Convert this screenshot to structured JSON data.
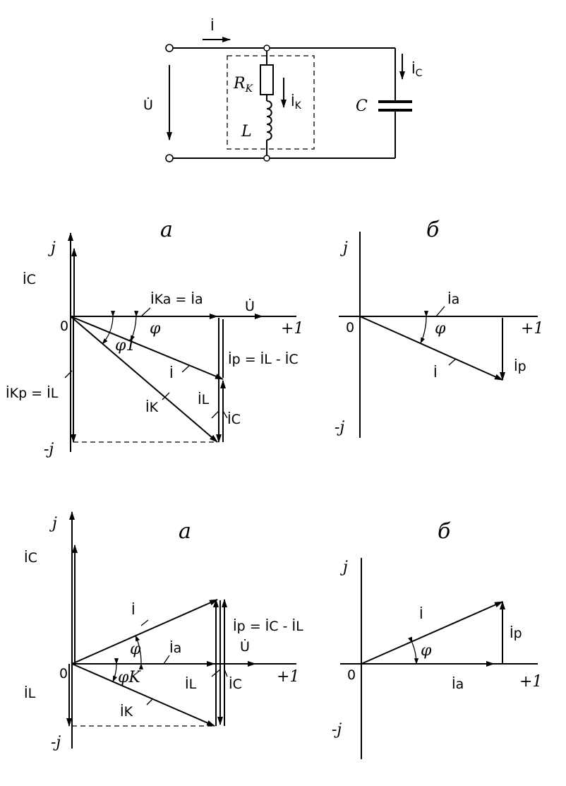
{
  "circuit": {
    "current_total": "İ",
    "voltage": "U̇",
    "resistor": "R",
    "resistor_sub": "K",
    "inductor": "L",
    "coil_current": "İ",
    "coil_current_sub": "K",
    "capacitor": "C",
    "cap_current": "İ",
    "cap_current_sub": "C"
  },
  "diagrams": {
    "a1": {
      "title": "а",
      "axis_j": "j",
      "axis_neg_j": "-j",
      "axis_plus1": "+1",
      "origin": "0",
      "ic": "İC",
      "ika_eq": "İKa = İa",
      "u": "U̇",
      "phi": "φ",
      "phi1": "φ1",
      "i": "İ",
      "ip_eq": "İp = İL - İC",
      "ik": "İK",
      "il": "İL",
      "ic2": "İC",
      "ikp_eq": "İKp = İL"
    },
    "b1": {
      "title": "б",
      "axis_j": "j",
      "axis_neg_j": "-j",
      "axis_plus1": "+1",
      "origin": "0",
      "ia": "İa",
      "phi": "φ",
      "i": "İ",
      "ip": "İp"
    },
    "a2": {
      "title": "а",
      "axis_j": "j",
      "axis_neg_j": "-j",
      "axis_plus1": "+1",
      "origin": "0",
      "ic": "İC",
      "i": "İ",
      "ip_eq": "İp = İC - İL",
      "phi": "φ",
      "ia": "İa",
      "u": "U̇",
      "phik": "φK",
      "il_left": "İL",
      "il": "İL",
      "ic2": "İC",
      "ik": "İK"
    },
    "b2": {
      "title": "б",
      "axis_j": "j",
      "axis_neg_j": "-j",
      "axis_plus1": "+1",
      "origin": "0",
      "i": "İ",
      "ip": "İp",
      "phi": "φ",
      "ia": "İa"
    }
  }
}
